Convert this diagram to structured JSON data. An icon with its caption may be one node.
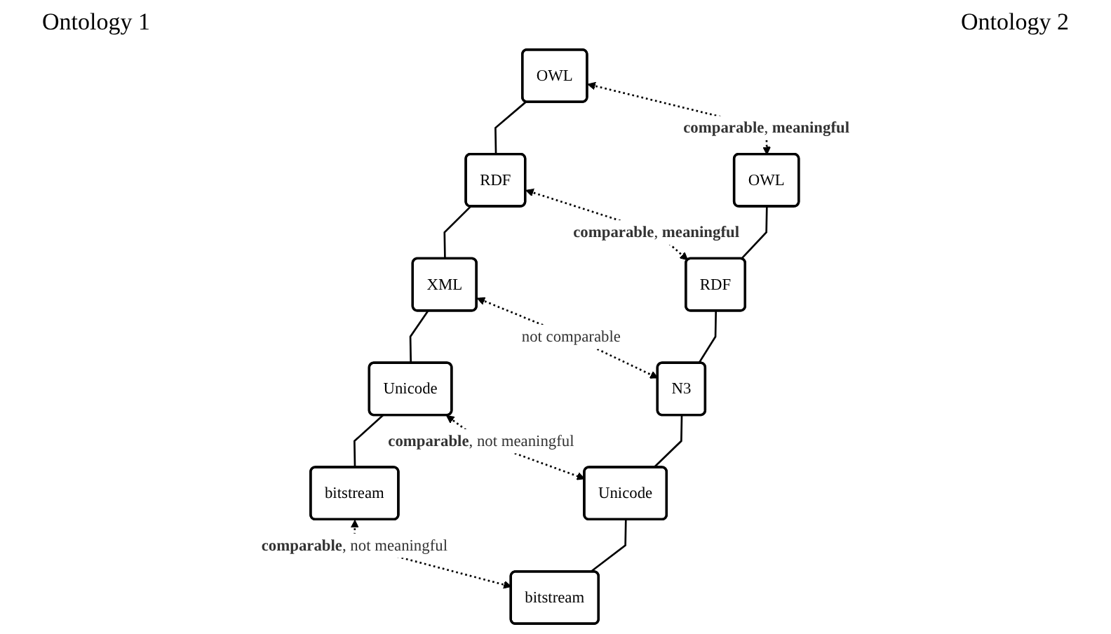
{
  "diagram": {
    "nodes": [
      {
        "text": [
          "OWL"
        ]
      },
      {
        "text": [
          "RDF"
        ]
      },
      {
        "text": [
          "XML"
        ]
      },
      {
        "text": [
          "Unicode"
        ]
      },
      {
        "text": [
          "bitstream"
        ]
      },
      {
        "text": [
          "OWL"
        ]
      },
      {
        "text": [
          "RDF"
        ]
      },
      {
        "text": [
          "N3"
        ]
      },
      {
        "text": [
          "Unicode"
        ]
      },
      {
        "text": [
          "bitstream"
        ]
      }
    ],
    "edges": [
      {
        "from": 0,
        "to": 5,
        "arrow": "both",
        "style": "dashed",
        "label": "**comparable**, **meaningful**"
      },
      {
        "from": 0,
        "to": 1,
        "arrow": "none"
      },
      {
        "from": 1,
        "to": 6,
        "arrow": "both",
        "style": "dashed",
        "label": "**comparable**, **meaningful**"
      },
      {
        "from": 1,
        "to": 2,
        "arrow": "none"
      },
      {
        "from": 2,
        "to": 7,
        "arrow": "both",
        "style": "dashed",
        "label": "not comparable"
      },
      {
        "from": 2,
        "to": 3,
        "arrow": "none"
      },
      {
        "from": 3,
        "to": 8,
        "arrow": "both",
        "style": "dashed",
        "label": "**comparable**, not meaningful"
      },
      {
        "from": 3,
        "to": 4,
        "arrow": "none"
      },
      {
        "from": 4,
        "to": 9,
        "arrow": "both",
        "style": "dashed",
        "label": "**comparable**, not meaningful"
      },
      {
        "from": 5,
        "to": 6,
        "arrow": "none"
      },
      {
        "from": 6,
        "to": 7,
        "arrow": "none"
      },
      {
        "from": 7,
        "to": 8,
        "arrow": "none"
      },
      {
        "from": 8,
        "to": 9,
        "arrow": "none"
      }
    ],
    "labels": [
      "Ontology 1",
      "Ontology 2"
    ]
  }
}
